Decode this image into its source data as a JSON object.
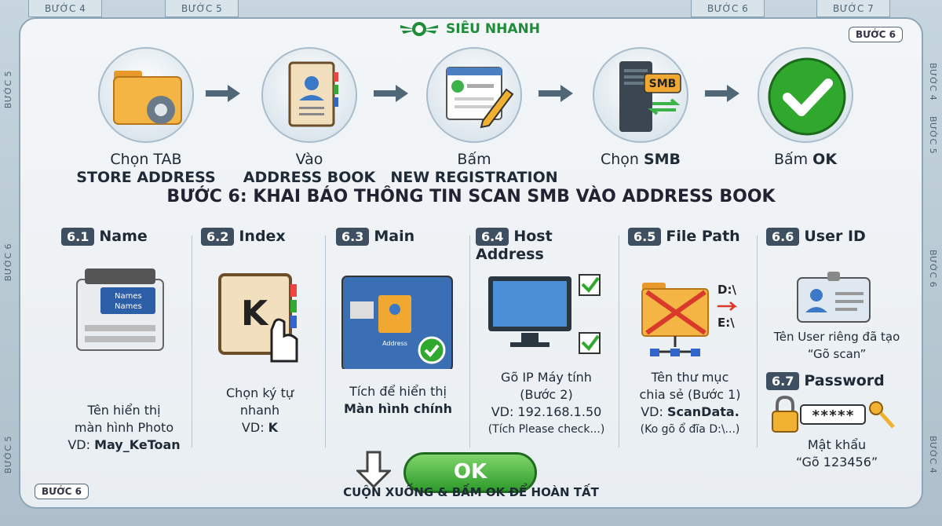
{
  "frame": {
    "top_tabs": [
      "BƯỚC 4",
      "BƯỚC 5",
      "BƯỚC 6",
      "BƯỚC 7"
    ],
    "side_left": [
      "BƯỚC 5",
      "BƯỚC 6",
      "BƯỚC 5"
    ],
    "side_right": [
      "BƯỚC 4",
      "BƯỚC 5",
      "BƯỚC 6",
      "BƯỚC 4"
    ],
    "badge_top": "BƯỚC 6",
    "badge_bottom": "BƯỚC 6"
  },
  "logo": {
    "text": "SIÊU NHANH"
  },
  "steps": [
    {
      "line1": "Chọn TAB",
      "line2": "STORE ADDRESS",
      "icon": "folder-gear-icon"
    },
    {
      "line1": "Vào",
      "line2": "ADDRESS BOOK",
      "icon": "address-book-icon"
    },
    {
      "line1": "Bấm",
      "line2": "NEW REGISTRATION",
      "icon": "form-pencil-icon"
    },
    {
      "line1": "Chọn",
      "line2": "SMB",
      "icon": "server-smb-icon",
      "badge": "SMB"
    },
    {
      "line1": "Bấm",
      "line2": "OK",
      "icon": "check-icon"
    }
  ],
  "heading": "BƯỚC 6: KHAI BÁO THÔNG TIN SCAN SMB VÀO ADDRESS BOOK",
  "subs": [
    {
      "num": "6.1",
      "title": "Name",
      "d1": "Tên hiển thị",
      "d2": "màn hình Photo",
      "d3": "VD: ",
      "d3b": "May_KeToan",
      "screen1": "Names",
      "screen2": "Names"
    },
    {
      "num": "6.2",
      "title": "Index",
      "d1": "Chọn ký tự",
      "d2": "nhanh",
      "d3": "VD: ",
      "d3b": "K",
      "letter": "K"
    },
    {
      "num": "6.3",
      "title": "Main",
      "d1": "Tích để hiển thị",
      "d2": "Màn hình chính",
      "addr": "Address"
    },
    {
      "num": "6.4",
      "title": "Host Address",
      "d1": "Gõ IP Máy tính",
      "d2": "(Bước 2)",
      "d3": "VD: 192.168.1.50",
      "d4": "(Tích Please check...)"
    },
    {
      "num": "6.5",
      "title": "File Path",
      "d1": "Tên thư mục",
      "d2": "chia sẻ (Bước 1)",
      "d3": "VD: ",
      "d3b": "ScanData.",
      "d4": "(Ko gõ ổ đĩa D:\\...)",
      "drive1": "D:\\",
      "drive2": "E:\\"
    },
    {
      "num": "6.6",
      "title": "User ID",
      "d1": "Tên User riêng đã tạo",
      "d2": "“Gõ scan”"
    },
    {
      "num": "6.7",
      "title": "Password",
      "d1": "Mật khẩu",
      "d2": "“Gõ 123456”",
      "mask": "*****"
    }
  ],
  "ok_button": "OK",
  "footer": "CUỘN XUỐNG & BẤM OK ĐỂ HOÀN TẤT",
  "colors": {
    "green": "#2e9b2b",
    "dark": "#3d4f60",
    "orange": "#f0a830"
  }
}
